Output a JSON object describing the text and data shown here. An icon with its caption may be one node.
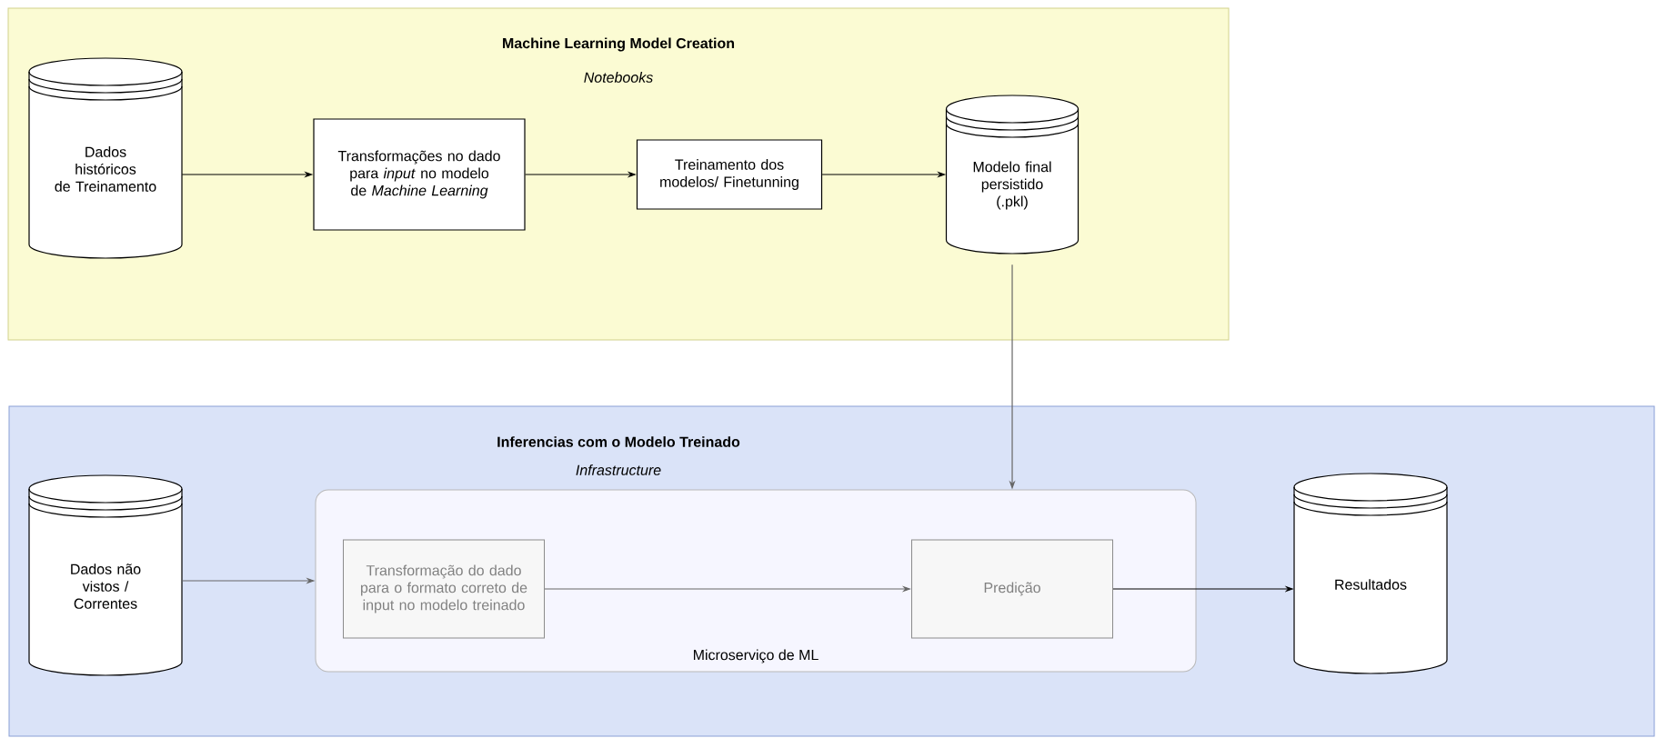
{
  "diagram": {
    "nodes": [
      {
        "text": [
          "Machine Learning Model Creation",
          "Notebooks"
        ]
      },
      {
        "text": [
          "Dados históricos de Treinamento"
        ],
        "in": 0
      },
      {
        "text": [
          "Transformações no dado para *input* no modelo de *Machine Learning*"
        ],
        "in": 0
      },
      {
        "text": [
          "Treinamento dos modelos/ Finetunning"
        ],
        "in": 0
      },
      {
        "text": [
          "Modelo final persistido (.pkl)"
        ],
        "in": 0
      },
      {
        "text": [
          "Inferencias com o Modelo Treinado",
          "Infrastructure"
        ]
      },
      {
        "text": [
          "Dados não vistos / Correntes"
        ],
        "in": 5
      },
      {
        "text": [
          "Microserviço de ML"
        ],
        "in": 5
      },
      {
        "text": [
          "Transformação do dado para o formato correto de input no modelo treinado"
        ],
        "in": 7
      },
      {
        "text": [
          "Predição"
        ],
        "in": 7
      },
      {
        "text": [
          "Resultados"
        ],
        "in": 5
      }
    ],
    "edges": [
      {
        "from": 1,
        "to": 2,
        "arrow": "to"
      },
      {
        "from": 2,
        "to": 3,
        "arrow": "to"
      },
      {
        "from": 3,
        "to": 4,
        "arrow": "to"
      },
      {
        "from": 4,
        "to": 7,
        "arrow": "to",
        "color": "#666666"
      },
      {
        "from": 6,
        "to": 7,
        "arrow": "to",
        "color": "#666666"
      },
      {
        "from": 8,
        "to": 9,
        "arrow": "to",
        "color": "#666666"
      },
      {
        "from": 9,
        "to": 10,
        "arrow": "to"
      }
    ]
  }
}
